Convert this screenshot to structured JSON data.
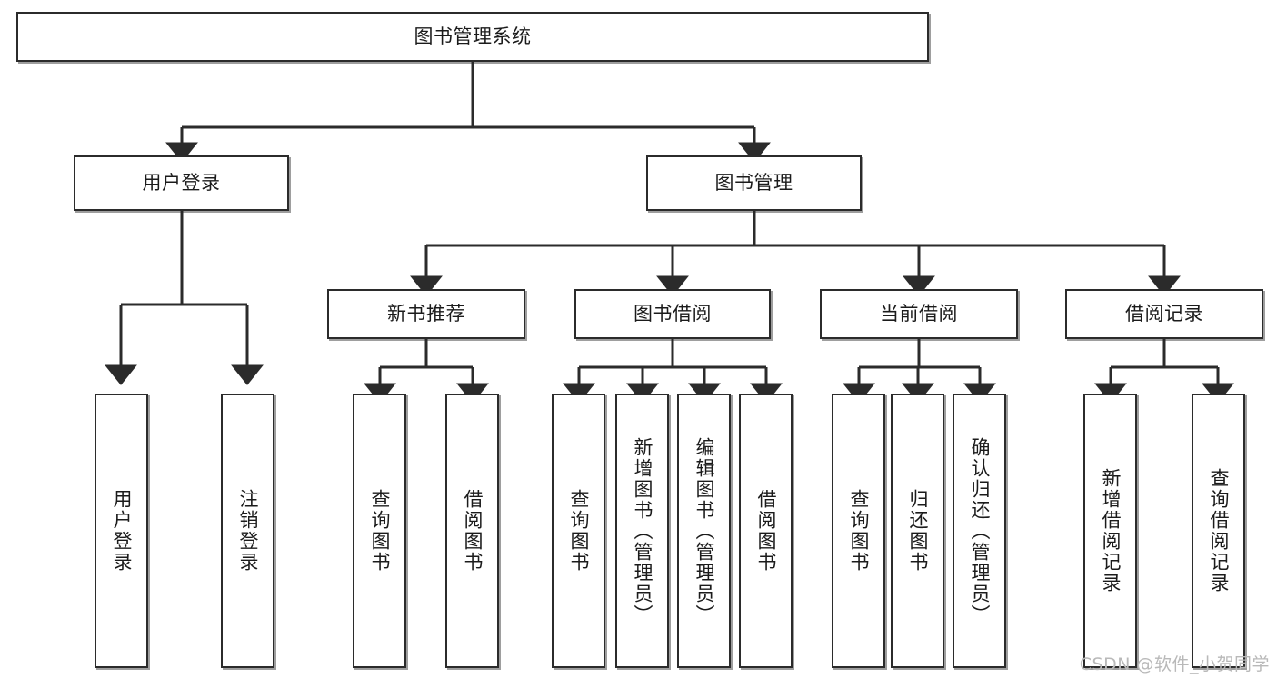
{
  "diagram": {
    "title": "图书管理系统",
    "type": "tree",
    "root": {
      "label": "图书管理系统"
    },
    "level2": [
      {
        "label": "用户登录"
      },
      {
        "label": "图书管理"
      }
    ],
    "level3": [
      {
        "label": "新书推荐"
      },
      {
        "label": "图书借阅"
      },
      {
        "label": "当前借阅"
      },
      {
        "label": "借阅记录"
      }
    ],
    "leaves": {
      "user_login": [
        {
          "label": "用户登录"
        },
        {
          "label": "注销登录"
        }
      ],
      "new_book_recommend": [
        {
          "label": "查询图书"
        },
        {
          "label": "借阅图书"
        }
      ],
      "book_borrow": [
        {
          "label": "查询图书"
        },
        {
          "label": "新增图书（管理员）"
        },
        {
          "label": "编辑图书（管理员）"
        },
        {
          "label": "借阅图书"
        }
      ],
      "current_borrow": [
        {
          "label": "查询图书"
        },
        {
          "label": "归还图书"
        },
        {
          "label": "确认归还（管理员）"
        }
      ],
      "borrow_record": [
        {
          "label": "新增借阅记录"
        },
        {
          "label": "查询借阅记录"
        }
      ]
    }
  },
  "watermark": {
    "text": "CSDN @软件_小贺同学"
  },
  "colors": {
    "box_border": "#2b2b2b",
    "box_fill": "#ffffff",
    "connector": "#2b2b2b",
    "text": "#1b1b1b",
    "watermark": "#b9b9b9"
  }
}
